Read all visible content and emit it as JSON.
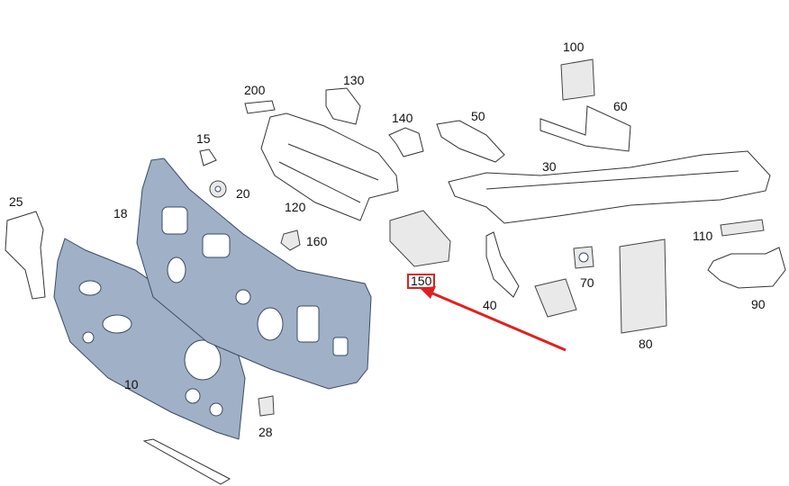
{
  "diagram": {
    "part_numbers": [
      "25",
      "18",
      "15",
      "20",
      "200",
      "130",
      "140",
      "50",
      "100",
      "60",
      "30",
      "120",
      "160",
      "150",
      "110",
      "70",
      "40",
      "80",
      "90",
      "10",
      "28"
    ],
    "highlighted_part": "150",
    "colors": {
      "highlight": "#e02020",
      "panel": "#9fb0c7",
      "panel_stroke": "#3a4b63"
    }
  }
}
